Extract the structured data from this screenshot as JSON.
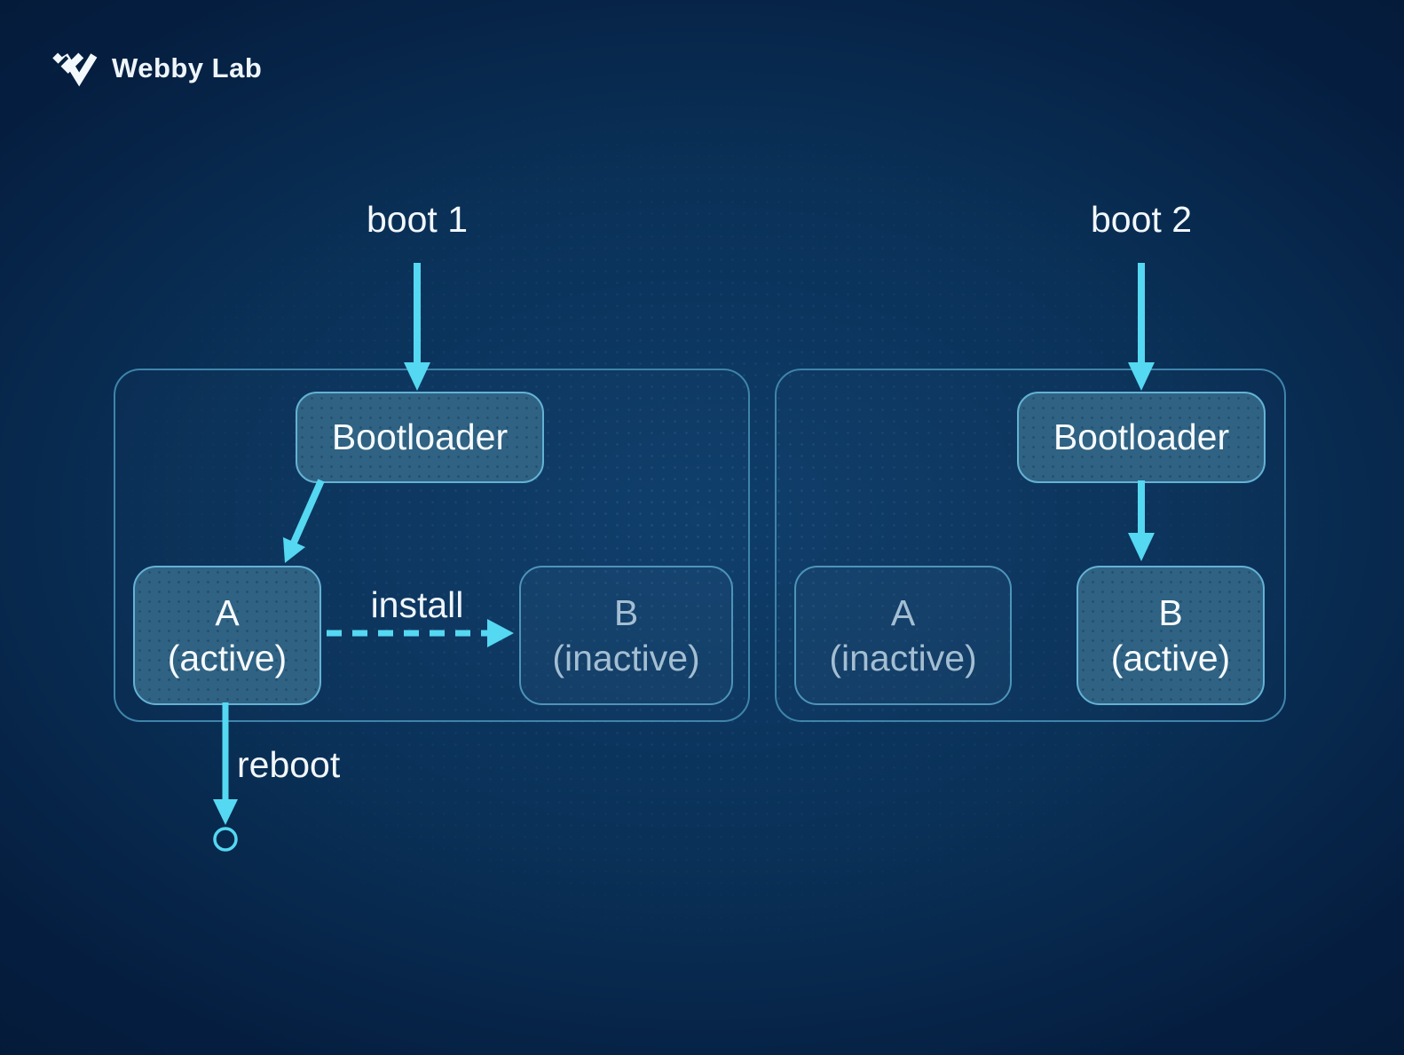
{
  "brand": {
    "name": "Webby Lab",
    "logo_icon": "webbylab-w-icon"
  },
  "colors": {
    "background_center": "#0e3d6a",
    "background_edge": "#041630",
    "accent_cyan": "#55d8f2",
    "panel_border": "#3f84aa",
    "active_box_fill": "#2f6283",
    "active_box_border": "#64b2d4",
    "inactive_text": "#a4bed2",
    "text": "#f2f7fb"
  },
  "diagram": {
    "scenario_1": {
      "boot_label": "boot 1",
      "bootloader_label": "Bootloader",
      "slot_a": {
        "label": "A",
        "state": "(active)"
      },
      "slot_b": {
        "label": "B",
        "state": "(inactive)"
      },
      "install_label": "install",
      "reboot_label": "reboot"
    },
    "scenario_2": {
      "boot_label": "boot 2",
      "bootloader_label": "Bootloader",
      "slot_a": {
        "label": "A",
        "state": "(inactive)"
      },
      "slot_b": {
        "label": "B",
        "state": "(active)"
      }
    }
  }
}
